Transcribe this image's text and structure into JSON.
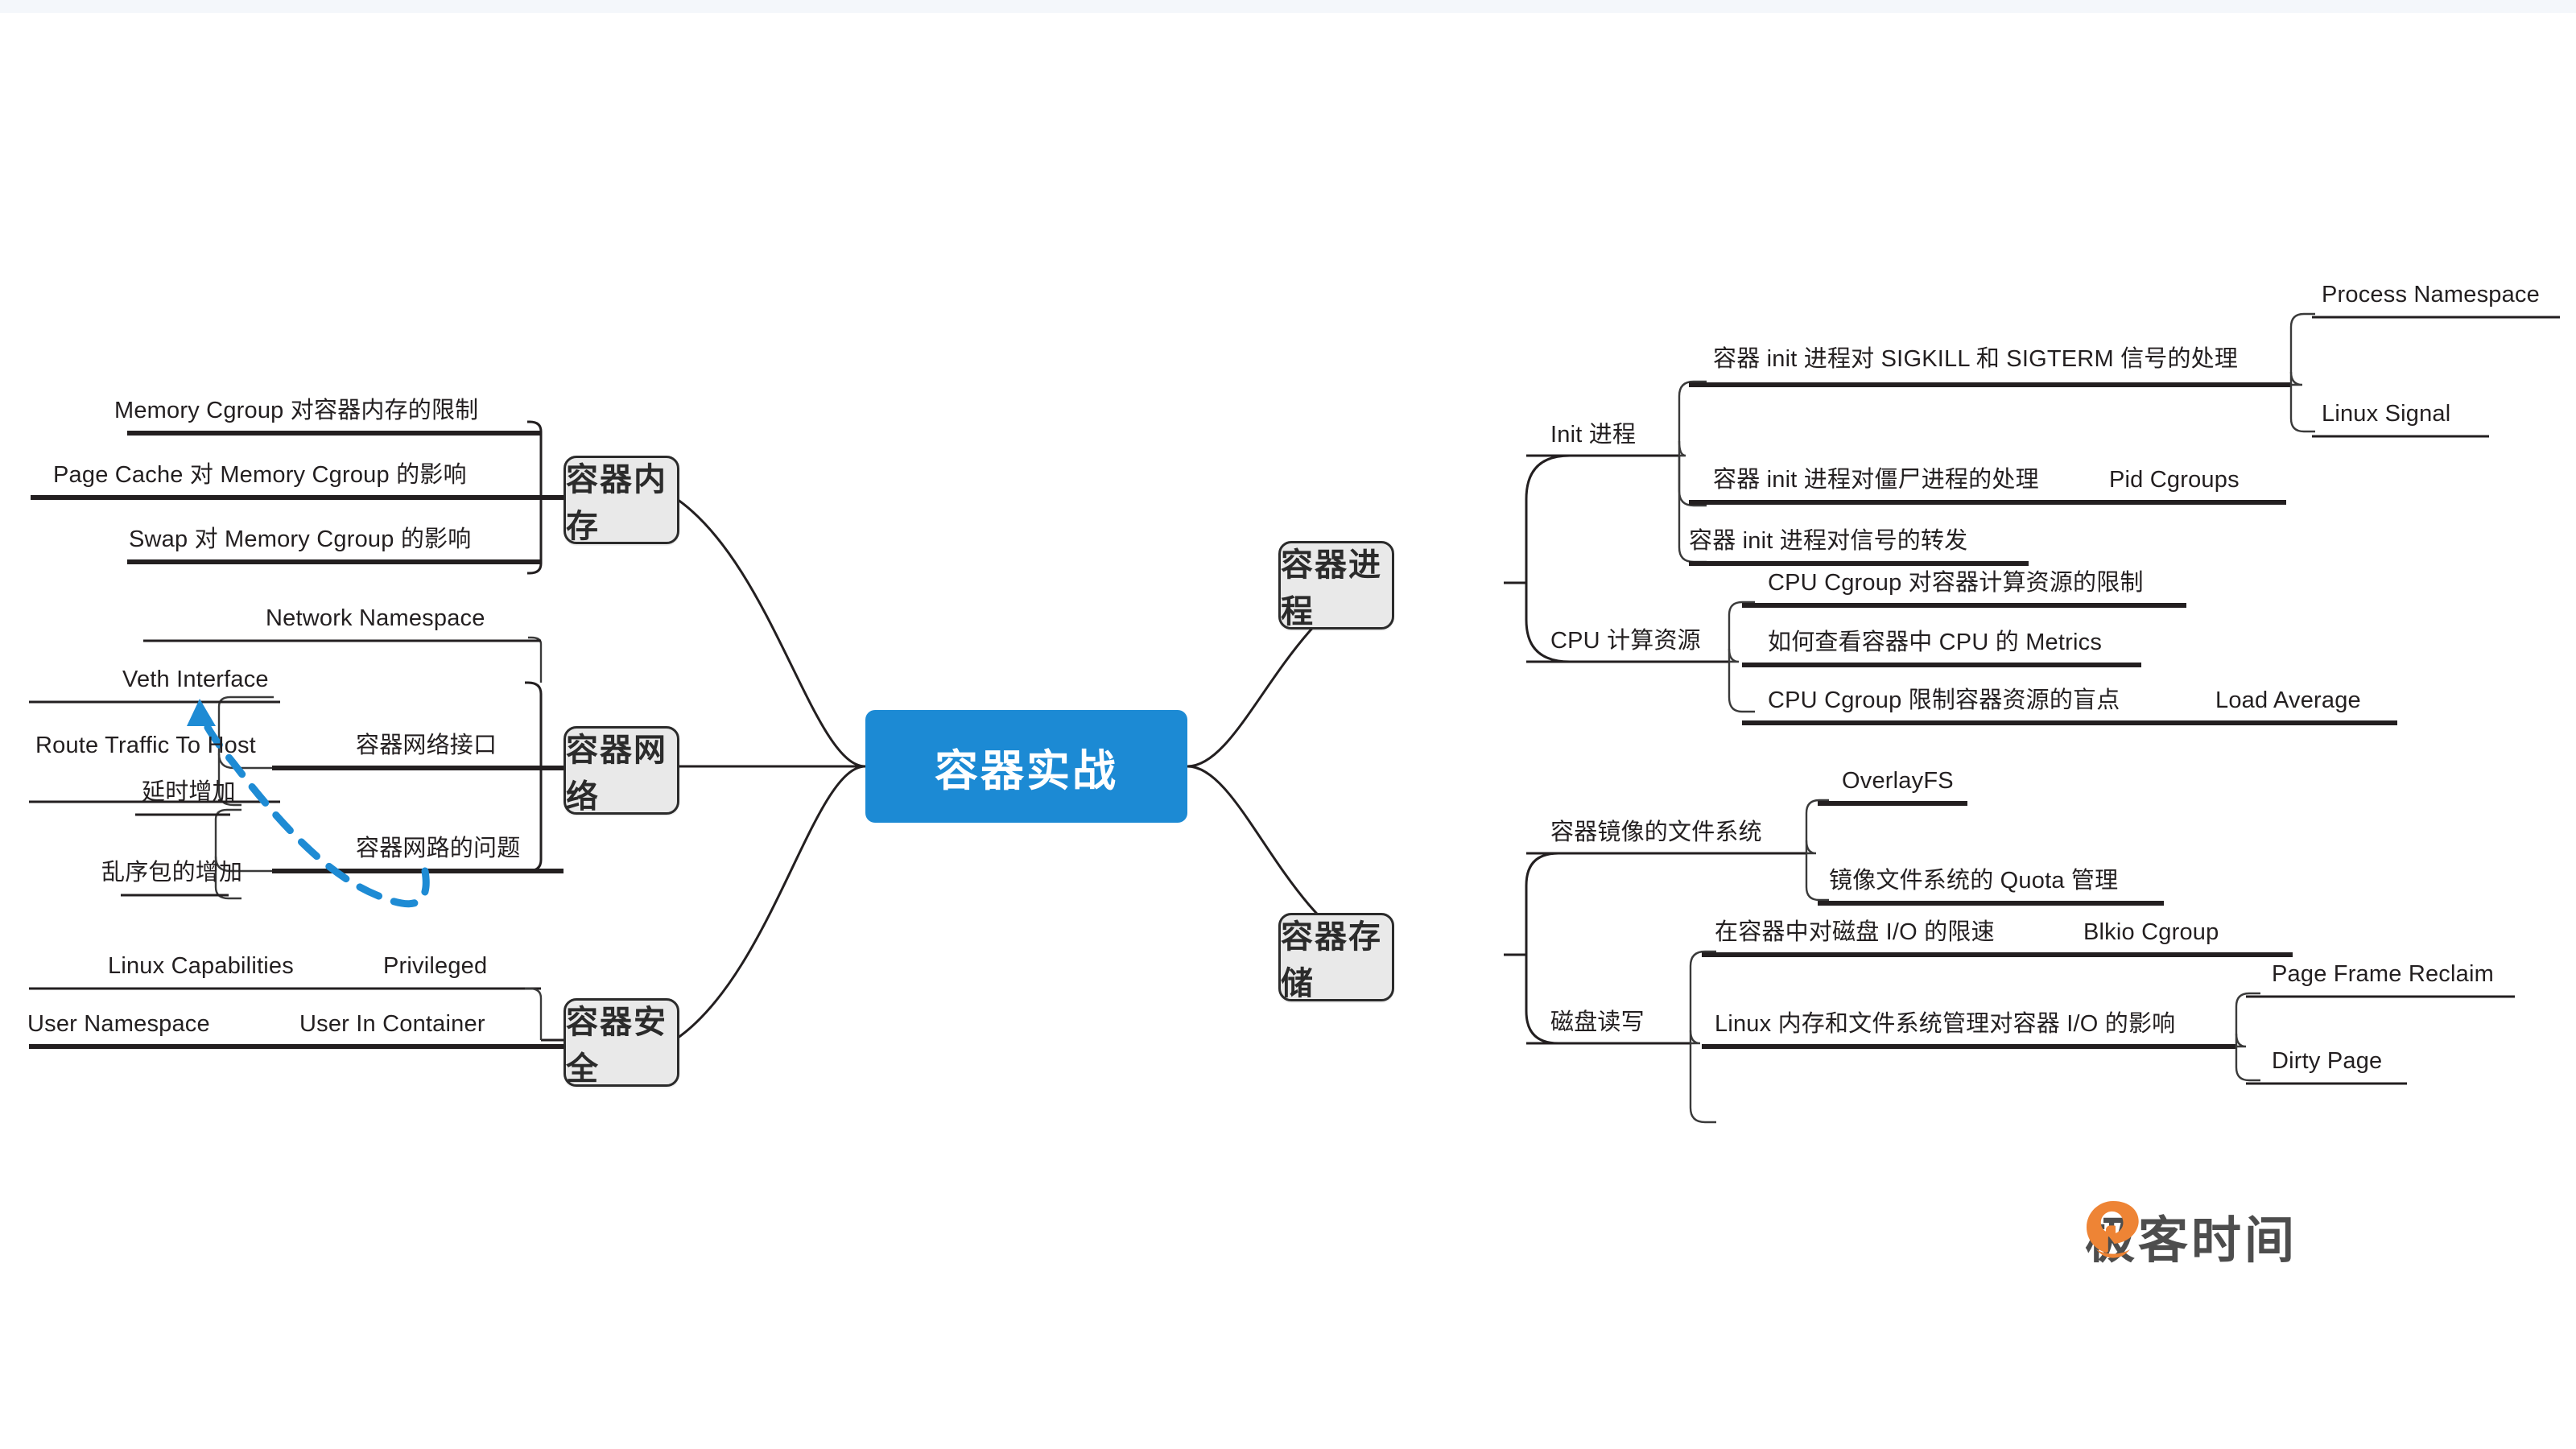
{
  "root": {
    "label": "容器实战",
    "color": "#1c8ad4",
    "text_color": "#ffffff"
  },
  "theme": {
    "branch_fill": "#e9e9e9",
    "branch_border": "#2b2b2b",
    "edge_color": "#231f20",
    "relation_color": "#1e8bd4",
    "background": "#ffffff",
    "top_strip": "#f4f7fb"
  },
  "branches": [
    {
      "id": "memory",
      "label": "容器内存",
      "side": "left"
    },
    {
      "id": "network",
      "label": "容器网络",
      "side": "left"
    },
    {
      "id": "security",
      "label": "容器安全",
      "side": "left"
    },
    {
      "id": "process",
      "label": "容器进程",
      "side": "right"
    },
    {
      "id": "storage",
      "label": "容器存储",
      "side": "right"
    }
  ],
  "nodes": {
    "mem1": "Memory Cgroup 对容器内存的限制",
    "mem2": "Page Cache 对 Memory Cgroup 的影响",
    "mem3": "Swap 对 Memory Cgroup 的影响",
    "net_iface": "容器网络接口",
    "net_ns": "Network Namespace",
    "net_route": "Route Traffic To Host",
    "net_veth": "Veth Interface",
    "net_problem": "容器网路的问题",
    "net_delay": "延时增加",
    "net_reorder": "乱序包的增加",
    "sec_user": "User In Container",
    "sec_priv": "Privileged",
    "sec_caps": "Linux Capabilities",
    "sec_userns": "User Namespace",
    "proc_init": "Init 进程",
    "proc_sig": "容器 init 进程对 SIGKILL 和 SIGTERM 信号的处理",
    "proc_zombie": "容器 init 进程对僵尸进程的处理",
    "proc_forward": "容器 init 进程对信号的转发",
    "proc_pidns": "Process Namespace",
    "proc_linuxsig": "Linux Signal",
    "proc_pidcg": "Pid Cgroups",
    "cpu": "CPU 计算资源",
    "cpu_limit": "CPU Cgroup 对容器计算资源的限制",
    "cpu_metrics": "如何查看容器中 CPU 的 Metrics",
    "cpu_blind": "CPU Cgroup 限制容器资源的盲点",
    "cpu_load": "Load Average",
    "st_img": "容器镜像的文件系统",
    "st_overlay": "OverlayFS",
    "st_quota": "镜像文件系统的 Quota 管理",
    "st_disk": "磁盘读写",
    "st_iolimit": "在容器中对磁盘 I/O 的限速",
    "st_blkio": "Blkio Cgroup",
    "st_linuxio": "Linux 内存和文件系统管理对容器 I/O 的影响",
    "st_pfr": "Page Frame Reclaim",
    "st_dirty": "Dirty Page"
  },
  "relation": {
    "from": "容器网路的问题",
    "to": "Route Traffic To Host",
    "style": "dashed-arrow",
    "color": "#1e8bd4"
  },
  "logo": {
    "text": "极客时间",
    "mark_color": "#ee8435",
    "text_color": "#4d4d4d"
  }
}
